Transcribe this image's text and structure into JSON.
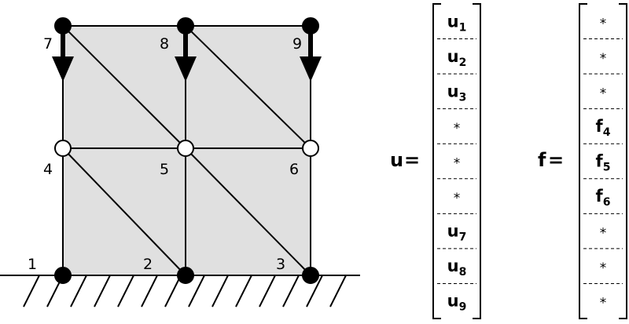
{
  "nodes": [
    {
      "label": "1",
      "fill": "#000000"
    },
    {
      "label": "2",
      "fill": "#000000"
    },
    {
      "label": "3",
      "fill": "#000000"
    },
    {
      "label": "4",
      "fill": "#ffffff"
    },
    {
      "label": "5",
      "fill": "#ffffff"
    },
    {
      "label": "6",
      "fill": "#ffffff"
    },
    {
      "label": "7",
      "fill": "#000000"
    },
    {
      "label": "8",
      "fill": "#000000"
    },
    {
      "label": "9",
      "fill": "#000000"
    }
  ],
  "vectors": {
    "u": {
      "label": "u",
      "equals": "=",
      "entries": [
        {
          "base": "u",
          "sub": "1"
        },
        {
          "base": "u",
          "sub": "2"
        },
        {
          "base": "u",
          "sub": "3"
        },
        {
          "base": "*",
          "sub": ""
        },
        {
          "base": "*",
          "sub": ""
        },
        {
          "base": "*",
          "sub": ""
        },
        {
          "base": "u",
          "sub": "7"
        },
        {
          "base": "u",
          "sub": "8"
        },
        {
          "base": "u",
          "sub": "9"
        }
      ]
    },
    "f": {
      "label": "f",
      "equals": "=",
      "entries": [
        {
          "base": "*",
          "sub": ""
        },
        {
          "base": "*",
          "sub": ""
        },
        {
          "base": "*",
          "sub": ""
        },
        {
          "base": "f",
          "sub": "4"
        },
        {
          "base": "f",
          "sub": "5"
        },
        {
          "base": "f",
          "sub": "6"
        },
        {
          "base": "*",
          "sub": ""
        },
        {
          "base": "*",
          "sub": ""
        },
        {
          "base": "*",
          "sub": ""
        }
      ]
    }
  },
  "colors": {
    "mesh_fill": "#e0e0e0",
    "ink": "#000000"
  }
}
